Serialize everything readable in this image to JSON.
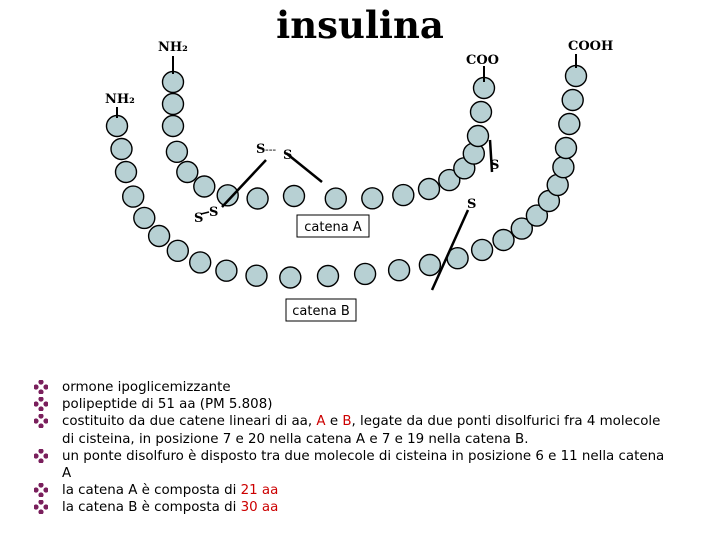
{
  "title": "insulina",
  "labels": {
    "nh2_top": "NH₂",
    "nh2_left": "NH₂",
    "coo": "COO",
    "cooh": "COOH",
    "ss_upper_s1": "S",
    "ss_upper_dash": "---",
    "ss_upper_s2": "S",
    "ss_lower_s1": "S",
    "ss_lower_s2": "S",
    "s_right_top": "S",
    "s_right_bottom": "S",
    "chain_a": "catena A",
    "chain_b": "catena B"
  },
  "colors": {
    "bead_fill": "#b7d0d3",
    "bead_stroke": "#000000",
    "bullet_mark": "#7a1f5c",
    "highlight": "#cc0000"
  },
  "bullets": [
    {
      "parts": [
        {
          "text": "ormone ipoglicemizzante"
        }
      ]
    },
    {
      "parts": [
        {
          "text": "polipeptide di 51 aa (PM 5.808)"
        }
      ]
    },
    {
      "parts": [
        {
          "text": "costituito da due catene lineari di aa, "
        },
        {
          "text": "A",
          "highlight": true
        },
        {
          "text": " e "
        },
        {
          "text": "B",
          "highlight": true
        },
        {
          "text": ", legate da due ponti disolfurici fra 4 molecole di cisteina, in posizione 7 e 20 nella catena A e 7 e 19 nella catena B."
        }
      ]
    },
    {
      "parts": [
        {
          "text": "un ponte disolfuro è disposto tra due molecole di cisteina in posizione 6 e 11  nella catena A"
        }
      ]
    },
    {
      "parts": [
        {
          "text": "la catena A è composta di "
        },
        {
          "text": "21 aa",
          "highlight": true
        }
      ]
    },
    {
      "parts": [
        {
          "text": "la catena B è composta di "
        },
        {
          "text": "30 aa",
          "highlight": true
        }
      ]
    }
  ]
}
